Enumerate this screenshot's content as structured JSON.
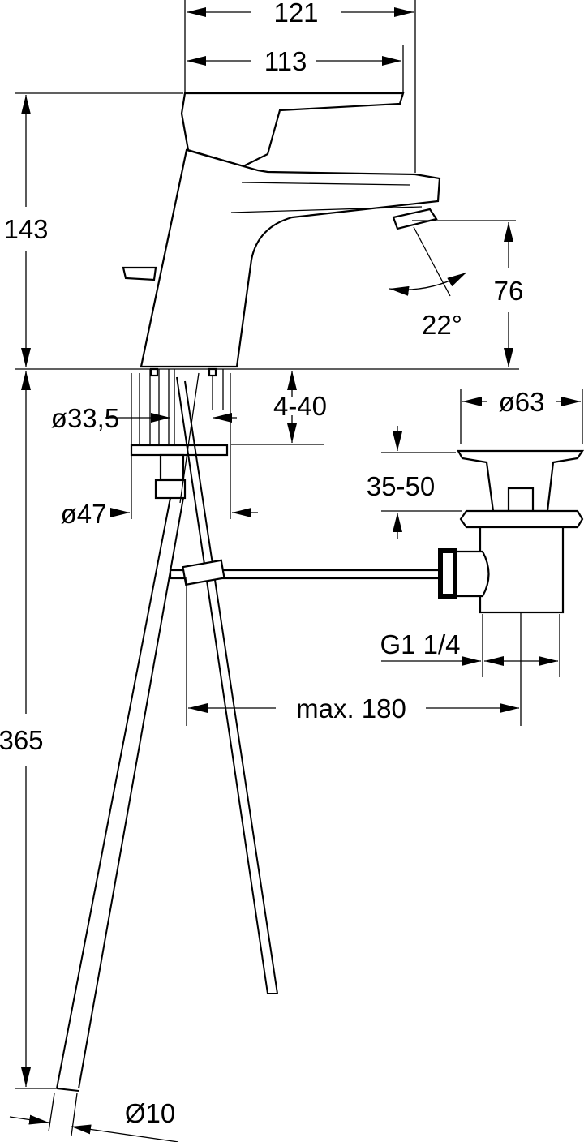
{
  "drawing": {
    "dimensions": {
      "overall_width": "121",
      "spout_reach": "113",
      "height_above_deck": "143",
      "spout_outlet_height": "76",
      "spout_angle": "22°",
      "shank_diameter": "ø33,5",
      "deck_thickness": "4-40",
      "waste_flange_diameter": "ø63",
      "waste_height_range": "35-50",
      "hole_diameter": "ø47",
      "waste_thread": "G1 1/4",
      "rod_length": "max. 180",
      "hose_length": "365",
      "hose_diameter": "Ø10"
    },
    "line_color": "#000000",
    "background_color": "#ffffff"
  }
}
